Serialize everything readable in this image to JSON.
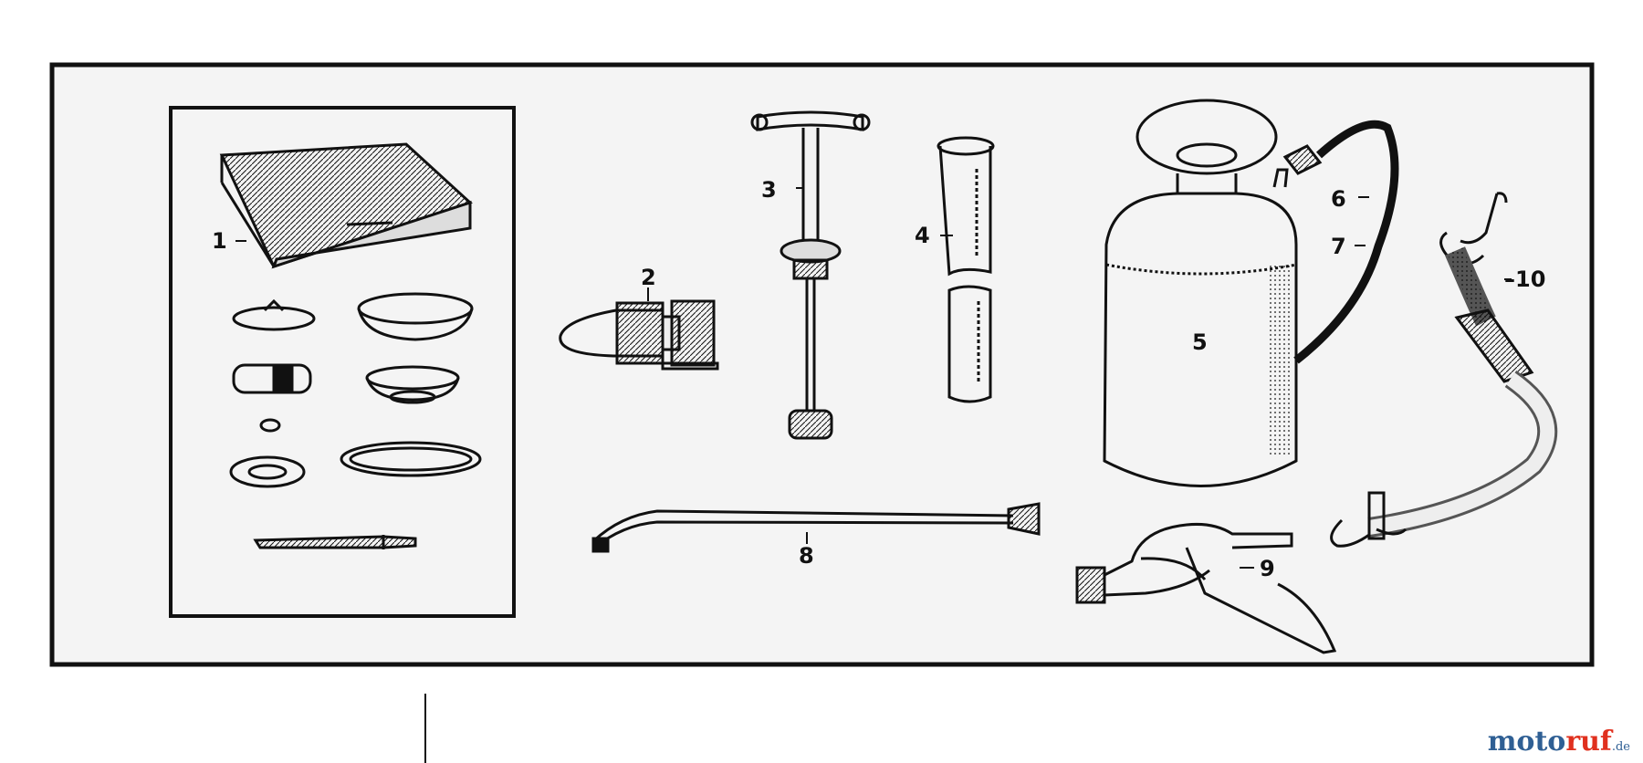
{
  "callouts": {
    "c1": "1",
    "c2": "2",
    "c3": "3",
    "c4": "4",
    "c5": "5",
    "c6": "6",
    "c7": "7",
    "c8": "8",
    "c9": "9",
    "c10": "10"
  },
  "watermark": {
    "part_moto": "moto",
    "part_ruf": "ruf",
    "part_tld": ".de"
  },
  "colors": {
    "ink": "#111111",
    "panel_background": "#f4f4f4",
    "watermark_primary": "#2f5f94",
    "watermark_accent": "#e0301e"
  }
}
